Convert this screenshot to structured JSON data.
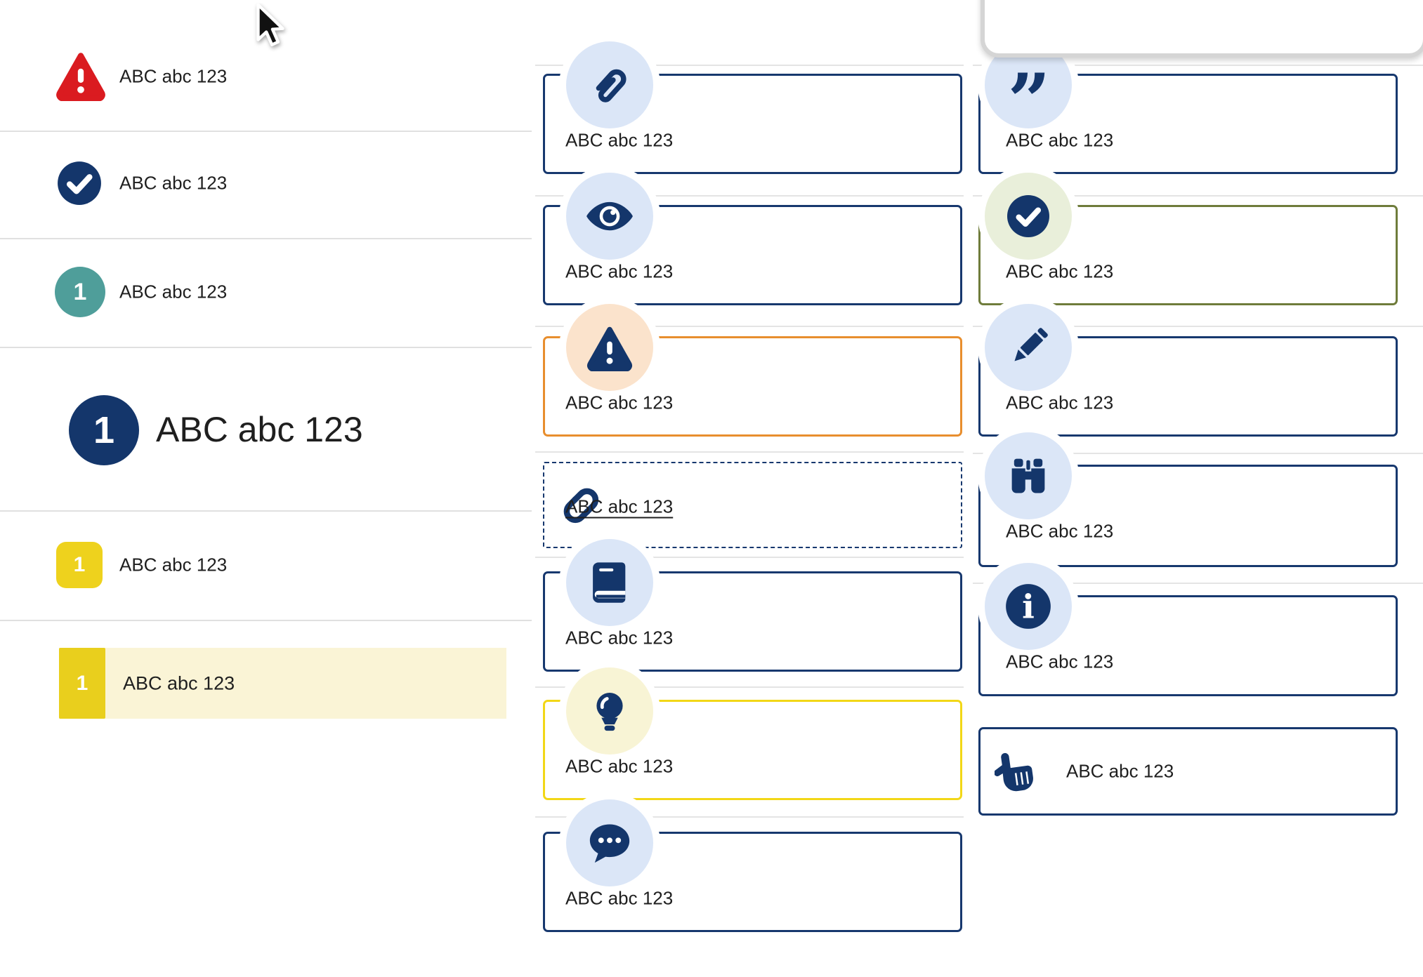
{
  "colors": {
    "navy": "#14366b",
    "navy_border": "#17386e",
    "text": "#1f1f1f",
    "red": "#da1b20",
    "teal": "#4f9e9a",
    "yellow_badge": "#eed21d",
    "yellow_border": "#f2d717",
    "orange_border": "#e88e2e",
    "olive_border": "#6f7c3b",
    "circle_blue": "#dbe6f7",
    "circle_peach": "#fbe3cc",
    "circle_pale_yellow": "#f8f4d5",
    "circle_pale_green": "#e9efda",
    "row_highlight": "#faf4d6",
    "divider": "#e0e0e0"
  },
  "left_list": {
    "items": [
      {
        "icon": "warning-triangle",
        "label": "ABC abc 123"
      },
      {
        "icon": "check-circle",
        "label": "ABC abc 123"
      },
      {
        "icon": "number-badge",
        "badge": "1",
        "label": "ABC abc 123"
      },
      {
        "icon": "number-badge",
        "badge": "1",
        "label": "ABC abc 123",
        "large": true
      },
      {
        "icon": "number-badge",
        "badge": "1",
        "label": "ABC abc 123"
      },
      {
        "icon": "number-badge",
        "badge": "1",
        "label": "ABC abc 123",
        "highlighted": true
      }
    ]
  },
  "middle_callouts": {
    "items": [
      {
        "icon": "paperclip",
        "label": "ABC abc 123"
      },
      {
        "icon": "eye",
        "label": "ABC abc 123"
      },
      {
        "icon": "warning-triangle",
        "label": "ABC abc 123"
      },
      {
        "icon": "link",
        "label": "ABC abc 123",
        "is_link": true
      },
      {
        "icon": "book",
        "label": "ABC abc 123"
      },
      {
        "icon": "lightbulb",
        "label": "ABC abc 123"
      },
      {
        "icon": "chat-bubble",
        "label": "ABC abc 123"
      }
    ]
  },
  "right_callouts": {
    "items": [
      {
        "icon": "quote",
        "label": "ABC abc 123"
      },
      {
        "icon": "check-circle",
        "label": "ABC abc 123"
      },
      {
        "icon": "pencil",
        "label": "ABC abc 123"
      },
      {
        "icon": "binoculars",
        "label": "ABC abc 123"
      },
      {
        "icon": "info",
        "label": "ABC abc 123"
      },
      {
        "icon": "hand-pointer",
        "label": "ABC abc 123"
      }
    ]
  }
}
